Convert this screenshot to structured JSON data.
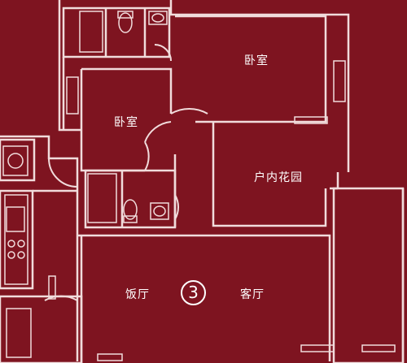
{
  "rooms": {
    "bedroom_upper": "卧室",
    "bedroom_left": "卧室",
    "garden": "户内花园",
    "dining": "饭厅",
    "living": "客厅"
  },
  "unit_number": "3",
  "colors": {
    "background": "#7e1420",
    "lines": "#f1dcdc"
  }
}
